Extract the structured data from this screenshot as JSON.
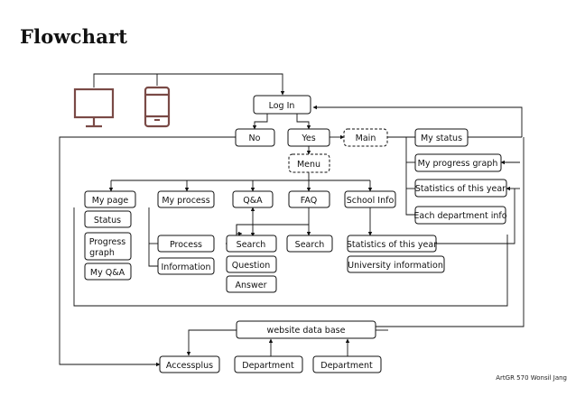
{
  "title": "Flowchart",
  "credit": "ArtGR 570  Wonsil Jang",
  "icons": [
    "monitor-icon",
    "phone-icon"
  ],
  "colors": {
    "device": "#7a4a46",
    "line": "#111111"
  },
  "nodes": {
    "login": "Log In",
    "no": "No",
    "yes": "Yes",
    "main": "Main",
    "menu": "Menu",
    "my_status": "My status",
    "my_progress_graph": "My progress graph",
    "statistics_right": "Statistics of this year",
    "each_department": "Each department info",
    "my_page": "My page",
    "status": "Status",
    "progress_graph_1": "Progress",
    "progress_graph_2": "graph",
    "my_qa": "My Q&A",
    "my_process": "My process",
    "process": "Process",
    "information": "Information",
    "qa": "Q&A",
    "search_qa": "Search",
    "question": "Question",
    "answer": "Answer",
    "faq": "FAQ",
    "search_faq": "Search",
    "school_info": "School Info",
    "statistics_school": "Statistics of this year",
    "university_info": "University information",
    "website_db": "website data base",
    "accessplus": "Accessplus",
    "department_1": "Department",
    "department_2": "Department"
  }
}
